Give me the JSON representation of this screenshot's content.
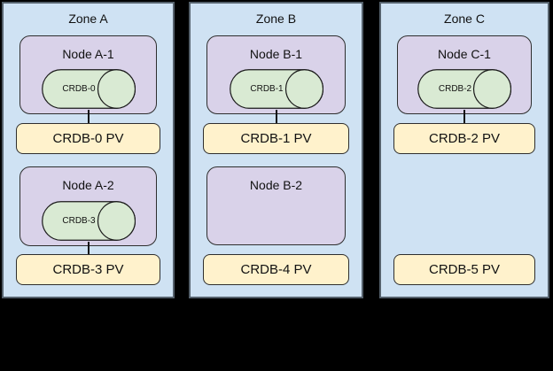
{
  "diagram": {
    "type": "topology-diagram",
    "colors": {
      "background": "#000000",
      "zone_fill": "#cfe2f3",
      "zone_border": "#55616c",
      "node_fill": "#d9d2e9",
      "node_border": "#2e2e2e",
      "pod_fill": "#d9ead3",
      "pod_border": "#1a1a1a",
      "pv_fill": "#fff2cc",
      "pv_border": "#2e2e2e"
    }
  },
  "zones": [
    {
      "label": "Zone A",
      "rows": [
        {
          "node": {
            "label": "Node A-1",
            "pod": {
              "label": "CRDB-0",
              "icon": "cylinder-icon"
            }
          },
          "pv": {
            "label": "CRDB-0 PV"
          },
          "connected": true
        },
        {
          "node": {
            "label": "Node A-2",
            "pod": {
              "label": "CRDB-3",
              "icon": "cylinder-icon"
            }
          },
          "pv": {
            "label": "CRDB-3 PV"
          },
          "connected": true
        }
      ]
    },
    {
      "label": "Zone B",
      "rows": [
        {
          "node": {
            "label": "Node B-1",
            "pod": {
              "label": "CRDB-1",
              "icon": "cylinder-icon"
            }
          },
          "pv": {
            "label": "CRDB-1 PV"
          },
          "connected": true
        },
        {
          "node": {
            "label": "Node B-2",
            "pod": null
          },
          "pv": {
            "label": "CRDB-4 PV"
          },
          "connected": false
        }
      ]
    },
    {
      "label": "Zone C",
      "rows": [
        {
          "node": {
            "label": "Node C-1",
            "pod": {
              "label": "CRDB-2",
              "icon": "cylinder-icon"
            }
          },
          "pv": {
            "label": "CRDB-2 PV"
          },
          "connected": true
        },
        {
          "node": null,
          "pv": {
            "label": "CRDB-5 PV"
          },
          "connected": false
        }
      ]
    }
  ]
}
